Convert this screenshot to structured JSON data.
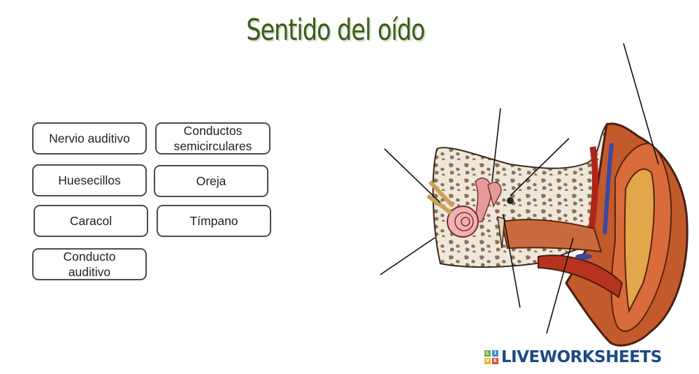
{
  "title": "Sentido del oído",
  "tiles": [
    {
      "label": "Nervio auditivo"
    },
    {
      "label": "Conductos semicirculares"
    },
    {
      "label": "Huesecillos"
    },
    {
      "label": "Oreja"
    },
    {
      "label": "Caracol"
    },
    {
      "label": "Tímpano"
    },
    {
      "label": "Conducto auditivo"
    }
  ],
  "logo": {
    "text": "LIVEWORKSHEETS",
    "mark": [
      "L",
      "I",
      "V",
      "E"
    ],
    "mark_colors": [
      "#6ab04c",
      "#3b8ed8",
      "#e9b82c",
      "#d8463b"
    ],
    "text_color": "#1d4a86"
  },
  "colors": {
    "title": "#3a5e14",
    "tile_border": "#4c4c4c"
  },
  "icons": {
    "logo": "liveworksheets-logo-icon"
  }
}
